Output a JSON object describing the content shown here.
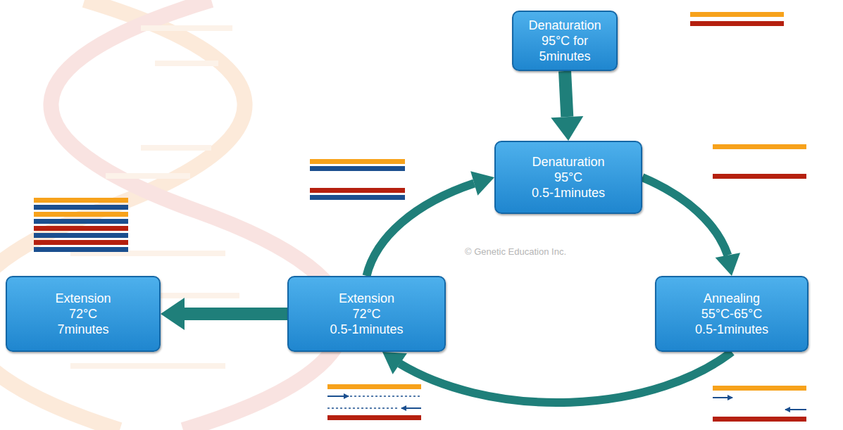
{
  "diagram": {
    "nodes": [
      {
        "text": [
          "Denaturation",
          "95°C for 5minutes"
        ]
      },
      {
        "text": [
          "Denaturation",
          "95°C",
          "0.5-1minutes"
        ]
      },
      {
        "text": [
          "Annealing",
          "55°C-65°C",
          "0.5-1minutes"
        ]
      },
      {
        "text": [
          "Extension",
          "72°C",
          "0.5-1minutes"
        ]
      },
      {
        "text": [
          "Extension",
          "72°C",
          "7minutes"
        ]
      }
    ],
    "edges": [
      {
        "from": 0,
        "to": 1,
        "arrow": "to"
      },
      {
        "from": 1,
        "to": 2,
        "arrow": "to"
      },
      {
        "from": 2,
        "to": 3,
        "arrow": "to"
      },
      {
        "from": 3,
        "to": 1,
        "arrow": "to"
      },
      {
        "from": 3,
        "to": 4,
        "arrow": "to"
      }
    ],
    "labels": [
      "© Genetic Education Inc."
    ]
  }
}
